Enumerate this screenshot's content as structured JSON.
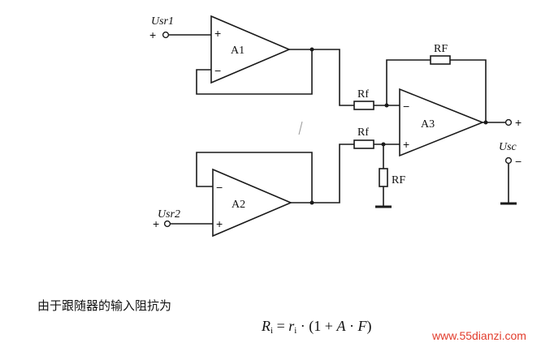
{
  "diagram": {
    "amplifiers": {
      "a1": "A1",
      "a2": "A2",
      "a3": "A3"
    },
    "inputs": {
      "usr1": "Usr1",
      "usr2": "Usr2"
    },
    "output": "Usc",
    "resistors": {
      "rf_feedback": "RF",
      "rf_in1": "Rf",
      "rf_in2": "Rf",
      "rf_ground": "RF"
    },
    "signs": {
      "plus": "+",
      "minus": "−"
    }
  },
  "caption": "由于跟随器的输入阻抗为",
  "formula": {
    "lhs_var": "R",
    "lhs_sub": "i",
    "eq": " = ",
    "r_var": "r",
    "r_sub": "i",
    "rest_open": " · (1 + ",
    "a_var": "A",
    "dot": " · ",
    "f_var": "F",
    "rest_close": ")"
  },
  "watermark": "www.55dianzi.com"
}
